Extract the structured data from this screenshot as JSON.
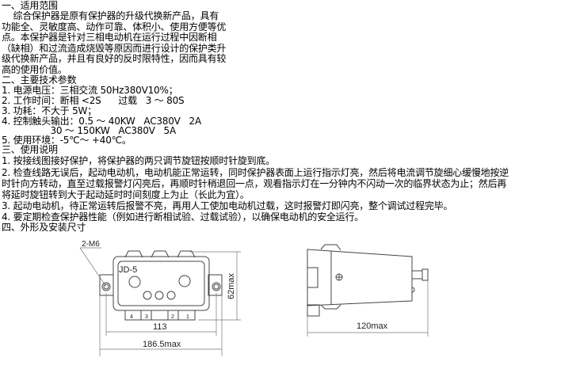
{
  "section1": {
    "heading": "一、适用范围",
    "lines": [
      "    综合保护器是原有保护器的升级代换新产品，具有",
      "功能全、灵敏度高、动作可靠、体积小、使用方便等优",
      "点。本保护器是针对三相电动机在运行过程中因断相",
      "（缺相）和过流造成烧毁等原因而进行设计的保护类升",
      "级代换新产品，并且有良好的反时限特性，因而具有较",
      "高的使用价值。"
    ]
  },
  "section2": {
    "heading": "二、主要技术参数",
    "lines": [
      "1. 电源电压：三相交流 50Hz380V10%；",
      "2. 工作时间：断相 <2S      过载   3 ～ 80S",
      "3. 功耗：不大于 5W；",
      "4. 控制触头输出：0.5 ～ 40KW   AC380V   2A",
      "                 30 ～ 150KW   AC380V   5A",
      "5. 使用环境：-5℃～ +40℃。"
    ]
  },
  "section3": {
    "heading": "三、使用说明",
    "lines": [
      "1. 按接线图接好保护，将保护器的两只调节旋钮按顺时针旋到底。",
      "2. 检查线路无误后，起动电动机，电动机能正常运转，同时保护器表面上运行指示灯亮，然后将电流调节旋细心缓慢地按逆",
      "时针向方转动，直至过载报警灯闪亮后，再顺时针稍退回一点，观看指示灯在一分钟内不闪动一次的临界状态为止；然后再",
      "将延时旋钮转到大于起动延时时间刻度上为止（长此为宜）。",
      "3. 起动电动机，待正常运转后报警不亮，再用人工使加电动机过载，这时报警灯即闪亮，整个调试过程完毕。",
      "4. 要定期检查保护器性能（例如进行断相试验、过载试验），以确保电动机的安全运行。"
    ]
  },
  "section4": {
    "heading": "四、外形及安装尺寸",
    "front": {
      "model": "JD-5",
      "screw": "2-M6",
      "terminals": [
        "4",
        "3",
        "2",
        "1"
      ],
      "dim_mount": "113",
      "dim_width": "186.5max",
      "dim_height": "62max"
    },
    "side": {
      "dim_length": "120max"
    }
  }
}
